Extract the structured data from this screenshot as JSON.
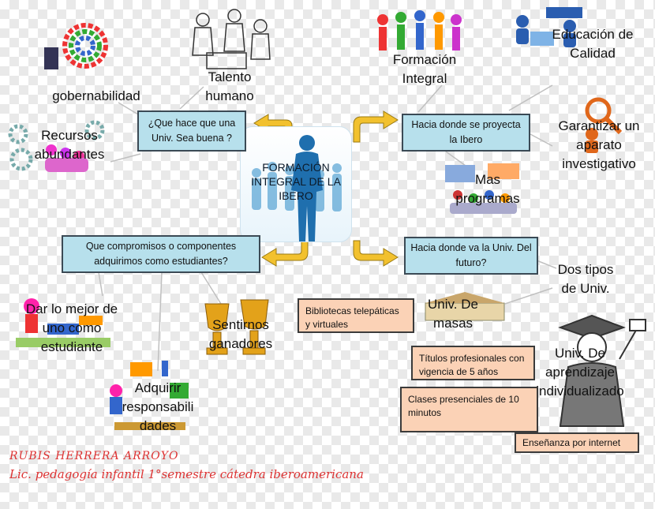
{
  "center": {
    "title": "FORMACIÓN INTEGRAL DE LA IBERO"
  },
  "questions": {
    "q1": "¿Que hace que una Univ. Sea buena ?",
    "q2": "Hacia donde se proyecta la Ibero",
    "q3": "Que compromisos o componentes adquirimos como estudiantes?",
    "q4": "Hacia donde va la Univ. Del futuro?"
  },
  "labels": {
    "gobernabilidad": "gobernabilidad",
    "talento": "Talento humano",
    "recursos": "Recursos abundantes",
    "formacion": "Formación Integral",
    "educacion": "Educación de Calidad",
    "garantizar": "Garantizar un aparato investigativo",
    "mas_programas": "Mas programas",
    "dos_tipos": "Dos tipos de Univ.",
    "univ_masas": "Univ. De masas",
    "univ_aprendizaje": "Univ. De aprendizaje individualizado",
    "dar_mejor": "Dar lo mejor de uno como estudiante",
    "sentirnos": "Sentirnos ganadores",
    "adquirir": "Adquirir responsabili dades"
  },
  "notes": {
    "bibliotecas": "Bibliotecas telepáticas y virtuales",
    "titulos": "Títulos profesionales con vigencia de 5 años",
    "clases": "Clases presenciales de 10 minutos",
    "ensenanza": "Enseñanza por internet"
  },
  "footer": {
    "name": "RUBIS HERRERA ARROYO",
    "subtitle": "Lic. pedagogía infantil 1°semestre cátedra iberoamericana"
  },
  "colors": {
    "question_fill": "#b7e0ec",
    "note_fill": "#fbd2b6",
    "arrow": "#f2c12e",
    "footer_text": "#dd3333"
  }
}
